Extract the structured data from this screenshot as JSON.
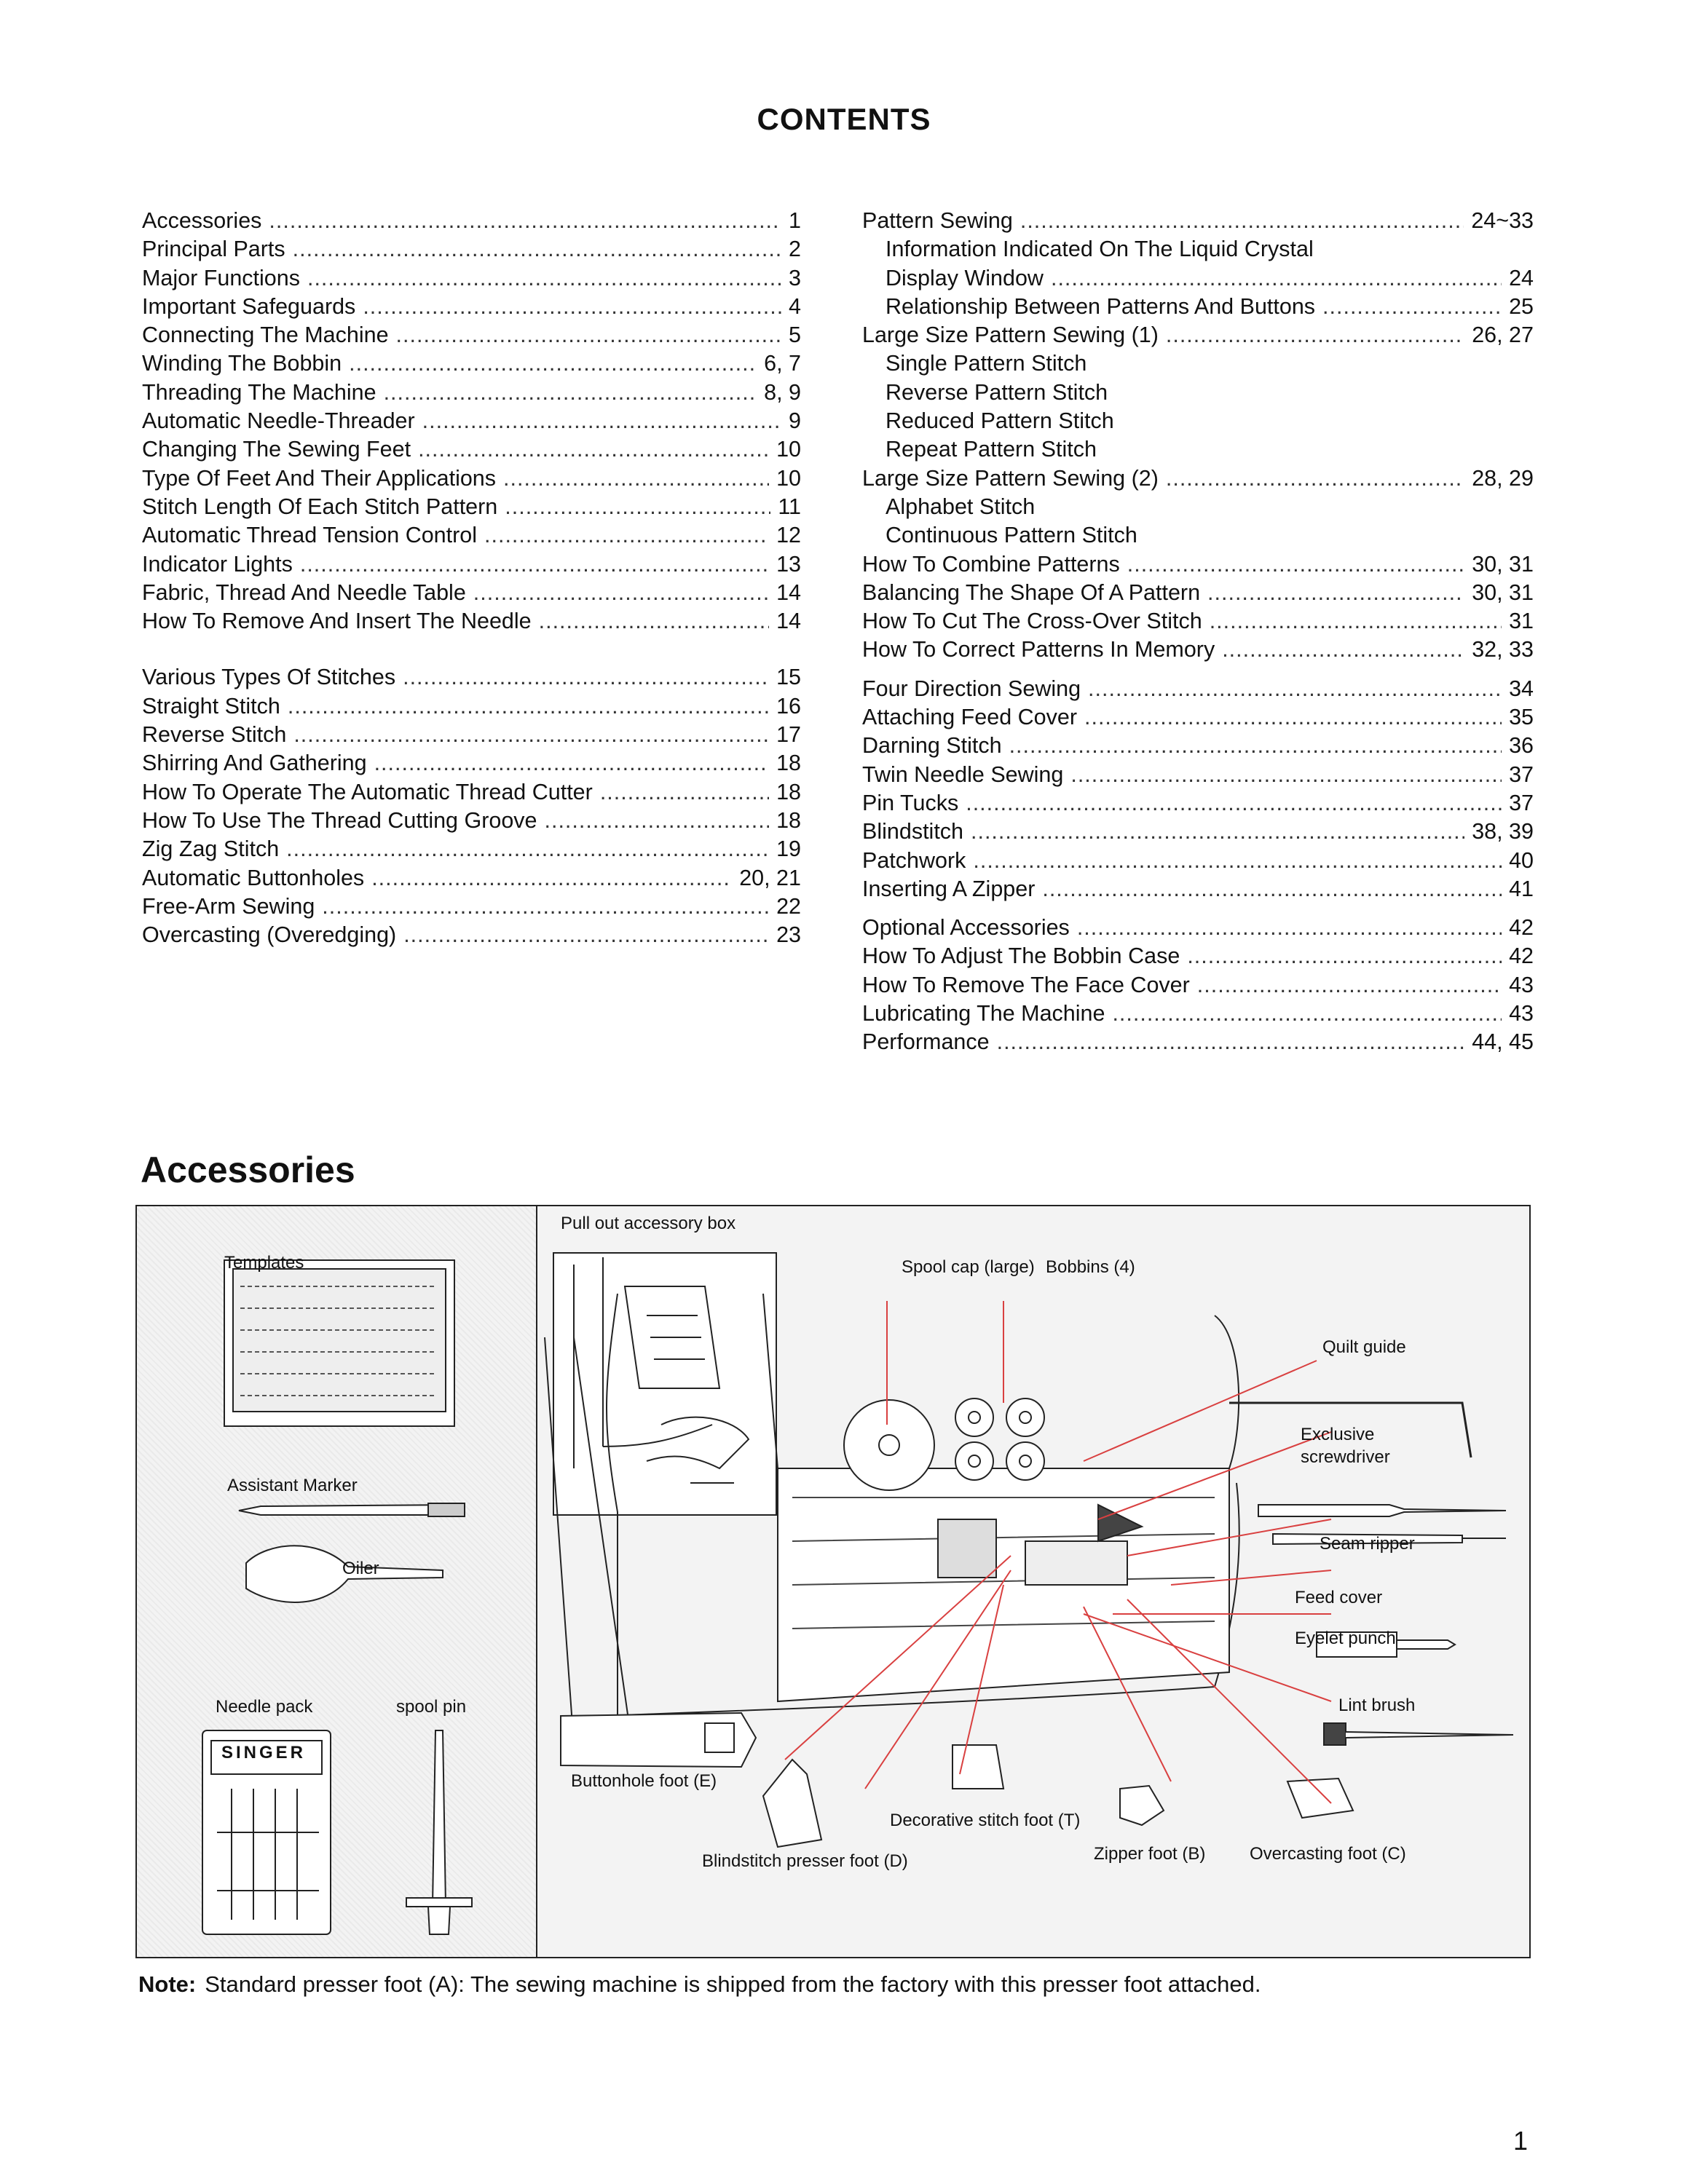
{
  "contents_title": "CONTENTS",
  "toc_left": [
    {
      "title": "Accessories",
      "page": "1"
    },
    {
      "title": "Principal Parts",
      "page": "2"
    },
    {
      "title": "Major Functions",
      "page": "3"
    },
    {
      "title": "Important Safeguards",
      "page": "4"
    },
    {
      "title": "Connecting The Machine",
      "page": "5"
    },
    {
      "title": "Winding The Bobbin",
      "page": "6, 7"
    },
    {
      "title": "Threading The Machine",
      "page": "8, 9"
    },
    {
      "title": "Automatic Needle-Threader",
      "page": "9"
    },
    {
      "title": "Changing The Sewing Feet",
      "page": "10"
    },
    {
      "title": "Type Of Feet And Their Applications",
      "page": "10"
    },
    {
      "title": "Stitch Length Of Each Stitch Pattern",
      "page": "11"
    },
    {
      "title": "Automatic Thread Tension Control",
      "page": "12"
    },
    {
      "title": "Indicator Lights",
      "page": "13"
    },
    {
      "title": "Fabric, Thread And Needle Table",
      "page": "14"
    },
    {
      "title": "How To Remove And Insert The Needle",
      "page": "14"
    },
    {
      "title": "Various Types Of Stitches",
      "page": "15"
    },
    {
      "title": "Straight Stitch",
      "page": "16"
    },
    {
      "title": "Reverse Stitch",
      "page": "17"
    },
    {
      "title": "Shirring And Gathering",
      "page": "18"
    },
    {
      "title": "How To Operate The Automatic Thread Cutter",
      "page": "18"
    },
    {
      "title": "How To Use The Thread Cutting Groove",
      "page": "18"
    },
    {
      "title": "Zig Zag Stitch",
      "page": "19"
    },
    {
      "title": "Automatic Buttonholes",
      "page": "20, 21"
    },
    {
      "title": "Free-Arm Sewing",
      "page": "22"
    },
    {
      "title": "Overcasting (Overedging)",
      "page": "23"
    }
  ],
  "toc_right": [
    {
      "title": "Pattern Sewing",
      "page": "24~33"
    },
    {
      "sub": "Information Indicated On The Liquid Crystal"
    },
    {
      "title": "Display Window",
      "page": "24",
      "indent": true
    },
    {
      "title": "Relationship Between Patterns And Buttons",
      "page": "25",
      "indent": true
    },
    {
      "title": "Large Size Pattern Sewing (1)",
      "page": "26, 27"
    },
    {
      "sub": "Single Pattern Stitch"
    },
    {
      "sub": "Reverse Pattern Stitch"
    },
    {
      "sub": "Reduced Pattern Stitch"
    },
    {
      "sub": "Repeat Pattern Stitch"
    },
    {
      "title": "Large Size Pattern Sewing (2)",
      "page": "28, 29"
    },
    {
      "sub": "Alphabet Stitch"
    },
    {
      "sub": "Continuous Pattern Stitch"
    },
    {
      "title": "How To Combine Patterns",
      "page": "30, 31"
    },
    {
      "title": "Balancing The Shape Of A Pattern",
      "page": "30, 31"
    },
    {
      "title": "How To Cut The Cross-Over Stitch",
      "page": "31"
    },
    {
      "title": "How To Correct Patterns In Memory",
      "page": "32, 33"
    },
    {
      "title": "Four Direction Sewing",
      "page": "34"
    },
    {
      "title": "Attaching Feed Cover",
      "page": "35"
    },
    {
      "title": "Darning Stitch",
      "page": "36"
    },
    {
      "title": "Twin Needle Sewing",
      "page": "37"
    },
    {
      "title": "Pin Tucks",
      "page": "37"
    },
    {
      "title": "Blindstitch",
      "page": "38, 39"
    },
    {
      "title": "Patchwork",
      "page": "40"
    },
    {
      "title": "Inserting A Zipper",
      "page": "41"
    },
    {
      "title": "Optional Accessories",
      "page": "42"
    },
    {
      "title": "How To Adjust The Bobbin Case",
      "page": "42"
    },
    {
      "title": "How To Remove The Face Cover",
      "page": "43"
    },
    {
      "title": "Lubricating The Machine",
      "page": "43"
    },
    {
      "title": "Performance",
      "page": "44, 45"
    }
  ],
  "accessories_title": "Accessories",
  "labels": {
    "pull_out_box": "Pull out accessory box",
    "templates": "Templates",
    "assistant_marker": "Assistant Marker",
    "oiler": "Oiler",
    "needle_pack": "Needle pack",
    "spool_pin": "spool pin",
    "singer": "SINGER",
    "spool_cap": "Spool cap (large)",
    "bobbins": "Bobbins (4)",
    "quilt_guide": "Quilt guide",
    "exclusive_screwdriver_1": "Exclusive",
    "exclusive_screwdriver_2": "screwdriver",
    "seam_ripper": "Seam ripper",
    "feed_cover": "Feed cover",
    "eyelet_punch": "Eyelet punch",
    "lint_brush": "Lint brush",
    "buttonhole_foot": "Buttonhole foot (E)",
    "decorative_foot": "Decorative stitch foot (T)",
    "blindstitch_foot": "Blindstitch presser foot (D)",
    "zipper_foot": "Zipper foot (B)",
    "overcasting_foot": "Overcasting foot (C)"
  },
  "note_label": "Note:",
  "note_text": "Standard presser foot (A): The sewing machine is shipped from the factory with this presser foot attached.",
  "page_number": "1",
  "colors": {
    "leader_line": "#d94040",
    "ink": "#111111"
  }
}
